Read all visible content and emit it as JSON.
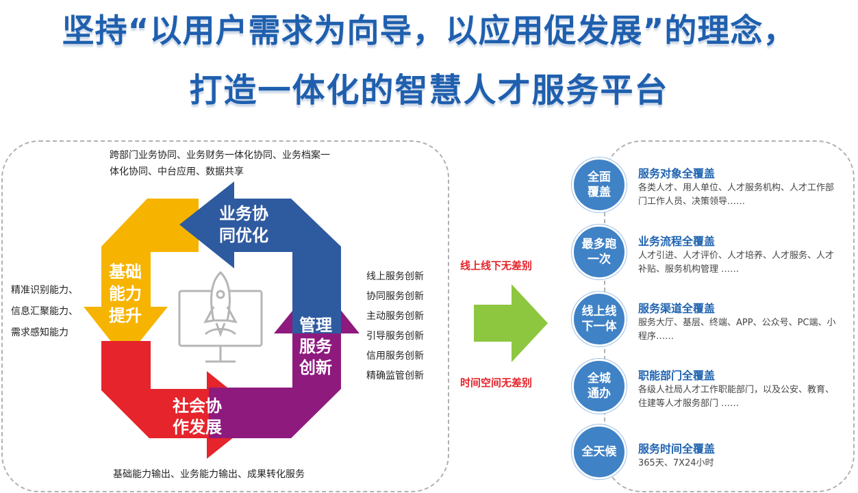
{
  "title": {
    "line1": "坚持“以用户需求为向导，以应用促发展”的理念，",
    "line2": "打造一体化的智慧人才服务平台"
  },
  "cycle": {
    "top_text": "跨部门业务协同、业务财务一体化协同、业务档案一体化协同、中台应用、数据共享",
    "bottom_text": "基础能力输出、业务能力输出、成果转化服务",
    "left_items": [
      "精准识别能力、",
      "信息汇聚能力、",
      "需求感知能力"
    ],
    "right_items": [
      "线上服务创新",
      "协同服务创新",
      "主动服务创新",
      "引导服务创新",
      "信用服务创新",
      "精确监管创新"
    ],
    "segments": [
      {
        "id": "business",
        "line1": "业务协",
        "line2": "同优化",
        "color": "#2e5aa0"
      },
      {
        "id": "management",
        "line1": "管理",
        "line2": "服务",
        "line3": "创新",
        "color": "#8e1a7e"
      },
      {
        "id": "social",
        "line1": "社会协",
        "line2": "作发展",
        "color": "#e5242b"
      },
      {
        "id": "basic",
        "line1": "基础",
        "line2": "能力",
        "line3": "提升",
        "color": "#f6b400"
      }
    ],
    "center_icon": "rocket-monitor-icon"
  },
  "arrows": {
    "online_offline": "线上线下无差别",
    "time_space": "时间空间无差别",
    "green_color": "#8dc63f"
  },
  "features": [
    {
      "badge": "全面\n覆盖",
      "title": "服务对象全覆盖",
      "desc": "各类人才、用人单位、人才服务机构、人才工作部门工作人员、决策领导……"
    },
    {
      "badge": "最多跑\n一次",
      "title": "业务流程全覆盖",
      "desc": "人才引进、人才评价、人才培养、人才服务、人才补贴、服务机构管理 ……"
    },
    {
      "badge": "线上线\n下一体",
      "title": "服务渠道全覆盖",
      "desc": "服务大厅、基层、终端、APP、公众号、PC端、小程序……"
    },
    {
      "badge": "全城\n通办",
      "title": "职能部门全覆盖",
      "desc": "各级人社局人才工作职能部门，以及公安、教育、住建等人才服务部门 ……"
    },
    {
      "badge": "全天候",
      "title": "服务时间全覆盖",
      "desc": "365天、7X24小时"
    }
  ]
}
